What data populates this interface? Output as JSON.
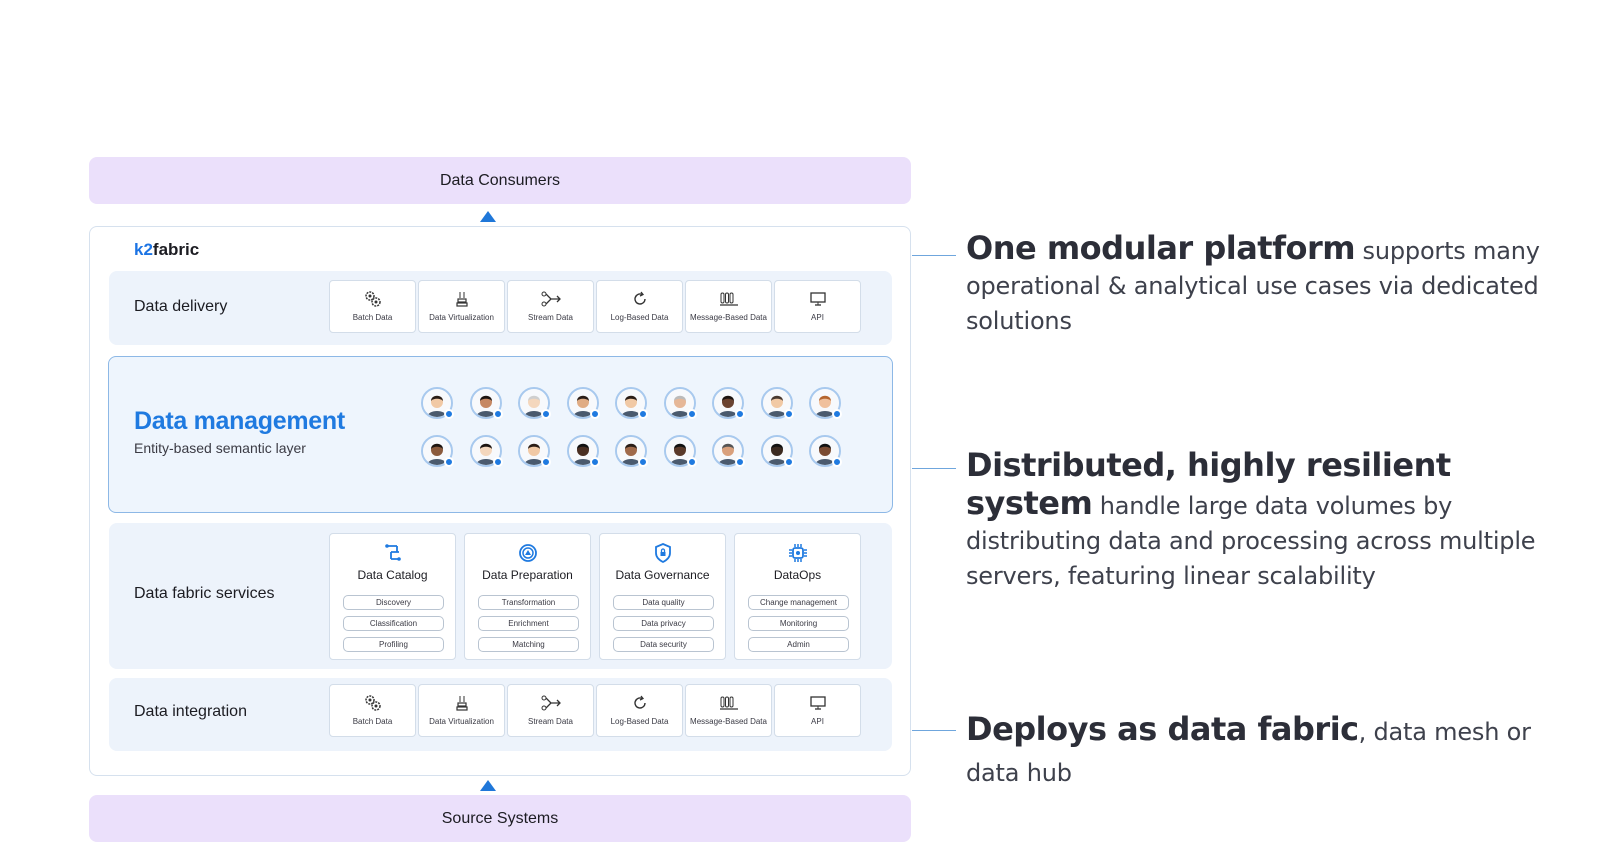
{
  "top_bar": {
    "label": "Data Consumers"
  },
  "bottom_bar": {
    "label": "Source Systems"
  },
  "logo": {
    "prefix": "k2",
    "name": "fabric"
  },
  "delivery": {
    "label": "Data delivery",
    "tiles": [
      {
        "label": "Batch Data",
        "icon": "gears-icon"
      },
      {
        "label": "Data Virtualization",
        "icon": "layers-icon"
      },
      {
        "label": "Stream Data",
        "icon": "stream-icon"
      },
      {
        "label": "Log-Based Data",
        "icon": "refresh-icon"
      },
      {
        "label": "Message-Based Data",
        "icon": "queue-icon"
      },
      {
        "label": "API",
        "icon": "monitor-icon"
      }
    ]
  },
  "management": {
    "title": "Data management",
    "subtitle": "Entity-based semantic layer",
    "avatar_count": 18
  },
  "services": {
    "label": "Data fabric services",
    "cards": [
      {
        "title": "Data Catalog",
        "icon": "catalog-icon",
        "items": [
          "Discovery",
          "Classification",
          "Profiling"
        ]
      },
      {
        "title": "Data Preparation",
        "icon": "preparation-icon",
        "items": [
          "Transformation",
          "Enrichment",
          "Matching"
        ]
      },
      {
        "title": "Data Governance",
        "icon": "shield-icon",
        "items": [
          "Data quality",
          "Data privacy",
          "Data security"
        ]
      },
      {
        "title": "DataOps",
        "icon": "chip-icon",
        "items": [
          "Change management",
          "Monitoring",
          "Admin"
        ]
      }
    ]
  },
  "integration": {
    "label": "Data integration",
    "tiles": [
      {
        "label": "Batch Data",
        "icon": "gears-icon"
      },
      {
        "label": "Data Virtualization",
        "icon": "layers-icon"
      },
      {
        "label": "Stream Data",
        "icon": "stream-icon"
      },
      {
        "label": "Log-Based Data",
        "icon": "refresh-icon"
      },
      {
        "label": "Message-Based Data",
        "icon": "queue-icon"
      },
      {
        "label": "API",
        "icon": "monitor-icon"
      }
    ]
  },
  "callouts": [
    {
      "bold": "One modular platform",
      "rest": " supports many operational & analytical use cases via dedicated solutions"
    },
    {
      "bold": "Distributed, highly resilient system",
      "rest": " handle large data volumes by distributing data and processing across multiple servers, featuring linear scalability"
    },
    {
      "bold": "Deploys as data fabric",
      "rest": ", data mesh or data hub"
    }
  ],
  "colors": {
    "accent": "#1f7ae0",
    "bar_bg": "#ebe0fb",
    "panel_bg": "#edf3fb"
  }
}
